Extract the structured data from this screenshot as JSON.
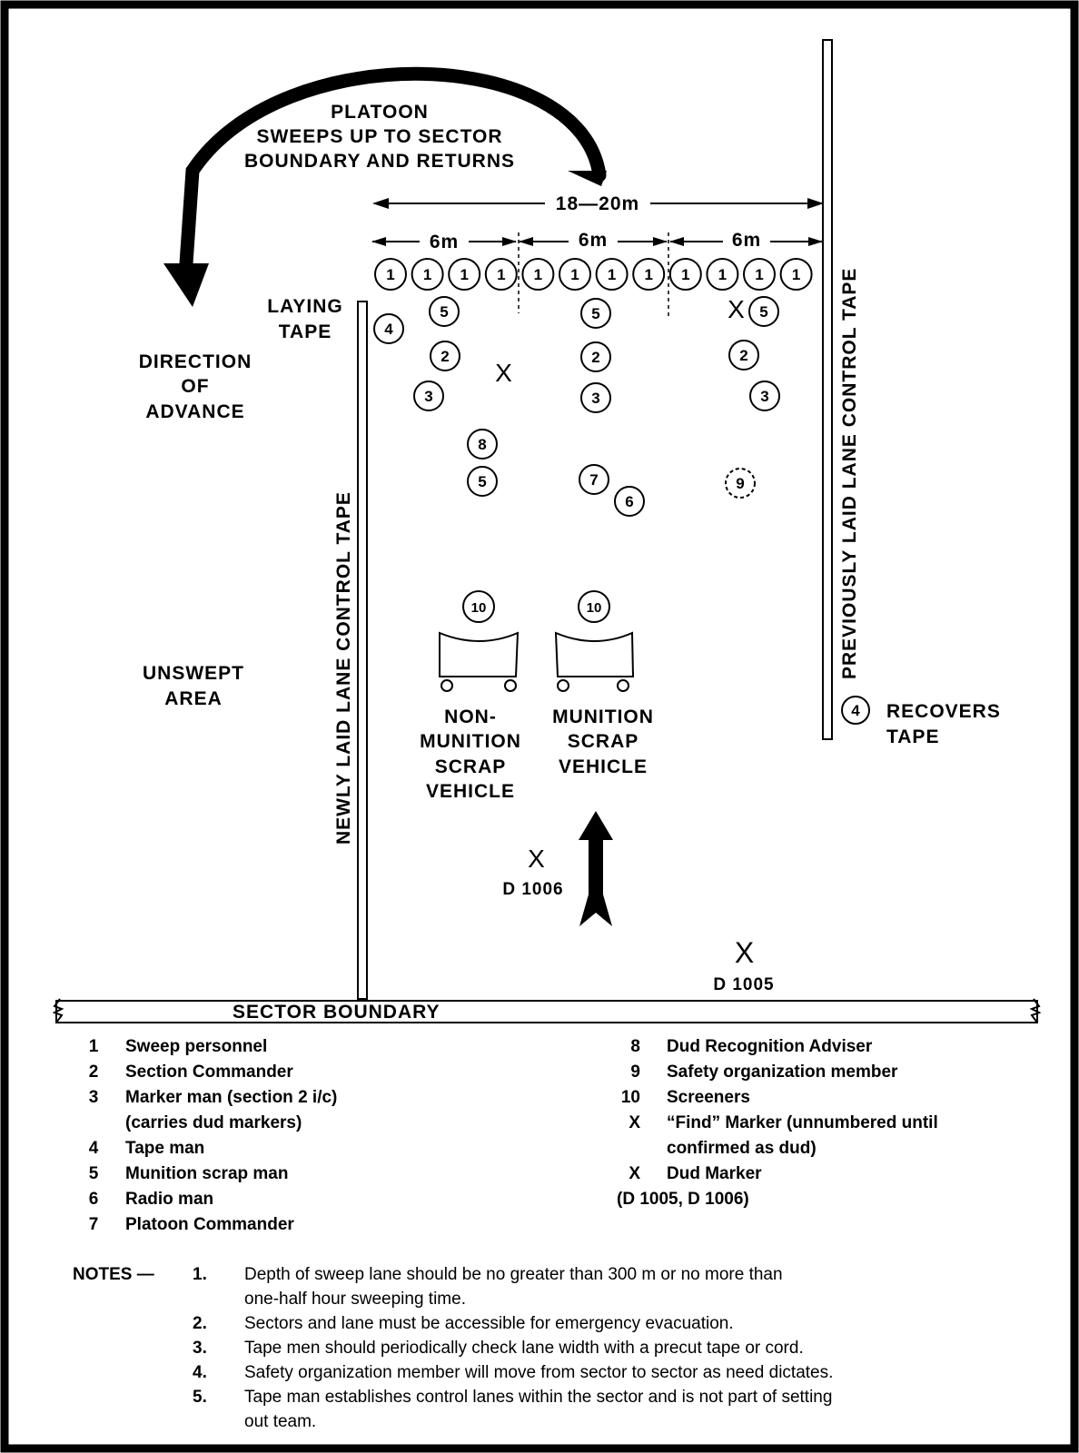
{
  "diagram": {
    "sweep_arc_label": [
      "PLATOON",
      "SWEEPS UP TO SECTOR",
      "BOUNDARY AND RETURNS"
    ],
    "direction_label": [
      "DIRECTION",
      "OF",
      "ADVANCE"
    ],
    "laying_tape_label": [
      "LAYING",
      "TAPE"
    ],
    "unswept_label": [
      "UNSWEPT",
      "AREA"
    ],
    "newly_laid_tape": "NEWLY LAID LANE CONTROL TAPE",
    "previously_laid_tape": "PREVIOUSLY LAID LANE CONTROL TAPE",
    "recovers_tape_label": [
      "RECOVERS",
      "TAPE"
    ],
    "total_width": "18—20m",
    "section_width": "6m",
    "sweep_personnel_number": "1",
    "positions": {
      "tape_man_left": "4",
      "tape_man_right": "4",
      "scrap_1": "5",
      "scrap_2": "5",
      "scrap_3": "5",
      "scrap_4": "5",
      "cmd_1": "2",
      "cmd_2": "2",
      "cmd_3": "2",
      "marker_1": "3",
      "marker_2": "3",
      "marker_3": "3",
      "adviser": "8",
      "platoon_cmd": "7",
      "radio": "6",
      "safety": "9",
      "screener_1": "10",
      "screener_2": "10"
    },
    "vehicle_left_label": [
      "NON-",
      "MUNITION",
      "SCRAP",
      "VEHICLE"
    ],
    "vehicle_right_label": [
      "MUNITION",
      "SCRAP",
      "VEHICLE"
    ],
    "marker_symbol": "X",
    "dud_1": "D 1006",
    "dud_2": "D 1005",
    "sector_boundary": "SECTOR BOUNDARY"
  },
  "legend": {
    "left": [
      {
        "num": "1",
        "text": "Sweep personnel"
      },
      {
        "num": "2",
        "text": "Section Commander"
      },
      {
        "num": "3",
        "text": "Marker man (section 2 i/c)"
      },
      {
        "num": "",
        "text": "(carries dud markers)"
      },
      {
        "num": "4",
        "text": "Tape man"
      },
      {
        "num": "5",
        "text": "Munition scrap man"
      },
      {
        "num": "6",
        "text": "Radio man"
      },
      {
        "num": "7",
        "text": "Platoon Commander"
      }
    ],
    "right": [
      {
        "num": "8",
        "text": "Dud Recognition Adviser"
      },
      {
        "num": "9",
        "text": "Safety organization member"
      },
      {
        "num": "10",
        "text": "Screeners"
      },
      {
        "num": "X",
        "text": "“Find” Marker (unnumbered until"
      },
      {
        "num": "",
        "text": "confirmed as dud)"
      },
      {
        "num": "X",
        "text": "Dud Marker"
      },
      {
        "num": "",
        "text": "(D 1005, D 1006)"
      }
    ]
  },
  "notes": {
    "heading": "NOTES —",
    "items": [
      {
        "num": "1.",
        "lines": [
          "Depth of sweep lane should be no greater than 300 m or no more than",
          "one-half hour sweeping time."
        ]
      },
      {
        "num": "2.",
        "lines": [
          "Sectors and lane must be accessible for emergency evacuation."
        ]
      },
      {
        "num": "3.",
        "lines": [
          "Tape men should periodically check lane width with a precut tape or cord."
        ]
      },
      {
        "num": "4.",
        "lines": [
          "Safety organization member will move from sector to sector as need dictates."
        ]
      },
      {
        "num": "5.",
        "lines": [
          "Tape man establishes control lanes within the sector and is not part of setting",
          "out team."
        ]
      }
    ]
  }
}
